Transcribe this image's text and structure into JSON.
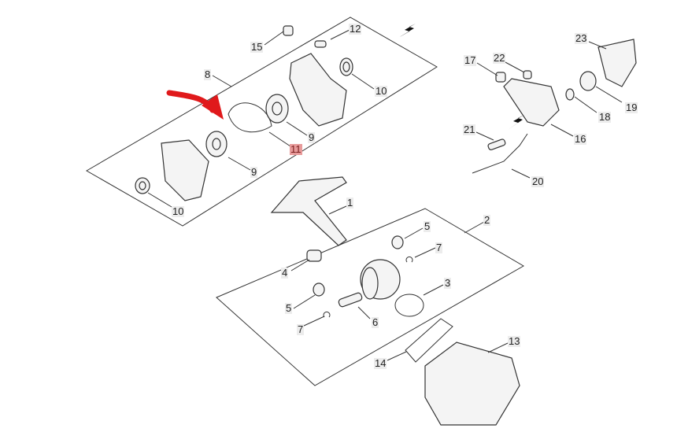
{
  "diagram": {
    "labels": [
      {
        "id": "15",
        "text": "15"
      },
      {
        "id": "12",
        "text": "12"
      },
      {
        "id": "8",
        "text": "8"
      },
      {
        "id": "10a",
        "text": "10"
      },
      {
        "id": "9a",
        "text": "9"
      },
      {
        "id": "11",
        "text": "11"
      },
      {
        "id": "9b",
        "text": "9"
      },
      {
        "id": "10b",
        "text": "10"
      },
      {
        "id": "1",
        "text": "1"
      },
      {
        "id": "2",
        "text": "2"
      },
      {
        "id": "5a",
        "text": "5"
      },
      {
        "id": "7a",
        "text": "7"
      },
      {
        "id": "4",
        "text": "4"
      },
      {
        "id": "3",
        "text": "3"
      },
      {
        "id": "5b",
        "text": "5"
      },
      {
        "id": "6",
        "text": "6"
      },
      {
        "id": "7b",
        "text": "7"
      },
      {
        "id": "13",
        "text": "13"
      },
      {
        "id": "14",
        "text": "14"
      },
      {
        "id": "17",
        "text": "17"
      },
      {
        "id": "22",
        "text": "22"
      },
      {
        "id": "23",
        "text": "23"
      },
      {
        "id": "19",
        "text": "19"
      },
      {
        "id": "18",
        "text": "18"
      },
      {
        "id": "16",
        "text": "16"
      },
      {
        "id": "21",
        "text": "21"
      },
      {
        "id": "20",
        "text": "20"
      }
    ],
    "highlighted": "11",
    "colors": {
      "highlight": "#e79a9a",
      "arrow": "#e0191b"
    }
  }
}
